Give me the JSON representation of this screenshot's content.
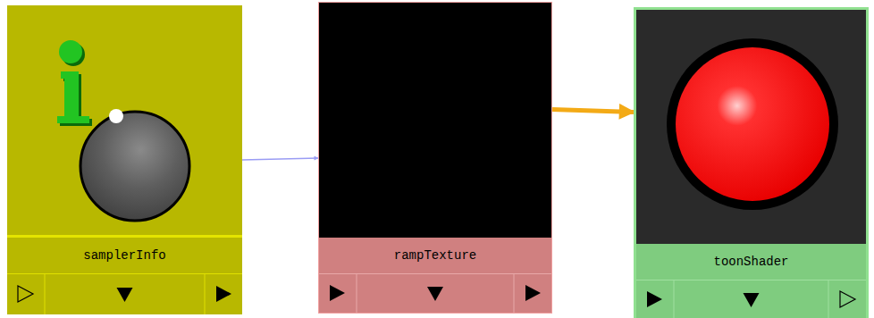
{
  "diagram": {
    "nodes": [
      {
        "text": [
          "samplerInfo"
        ]
      },
      {
        "text": [
          "rampTexture"
        ]
      },
      {
        "text": [
          "toonShader"
        ]
      }
    ],
    "edges": [
      {
        "from": 0,
        "to": 1,
        "arrow": "to"
      },
      {
        "from": 1,
        "to": 2,
        "arrow": "to"
      }
    ]
  }
}
